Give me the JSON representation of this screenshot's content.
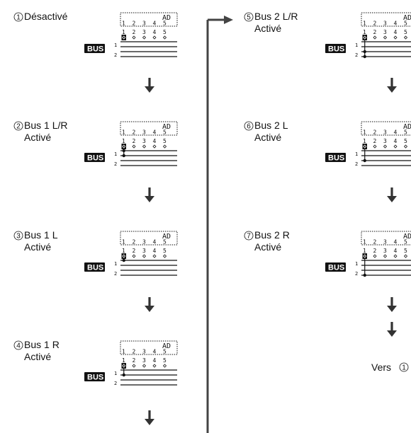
{
  "steps": [
    {
      "num": "1",
      "line1": "Désactivé",
      "line2": ""
    },
    {
      "num": "2",
      "line1": "Bus 1 L/R",
      "line2": "Activé"
    },
    {
      "num": "3",
      "line1": "Bus 1 L",
      "line2": "Activé"
    },
    {
      "num": "4",
      "line1": "Bus 1 R",
      "line2": "Activé"
    },
    {
      "num": "5",
      "line1": "Bus 2 L/R",
      "line2": "Activé"
    },
    {
      "num": "6",
      "line1": "Bus 2 L",
      "line2": "Activé"
    },
    {
      "num": "7",
      "line1": "Bus 2 R",
      "line2": "Activé"
    }
  ],
  "lcd": {
    "ad": "AD",
    "top_digits": [
      "1",
      "2",
      "3",
      "4",
      "5"
    ],
    "lower_digits": [
      "1",
      "2",
      "3",
      "4",
      "5"
    ],
    "bus_label": "BUS",
    "bus_numbers": [
      "1",
      "2"
    ]
  },
  "footer": {
    "vers_prefix": "Vers",
    "vers_num": "1"
  }
}
